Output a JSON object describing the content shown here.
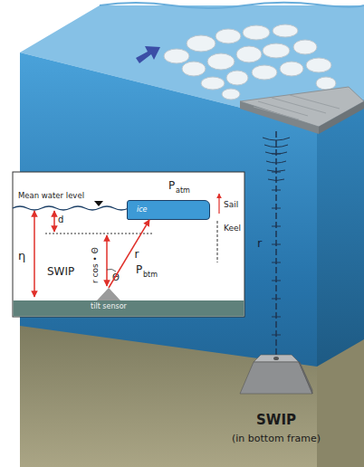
{
  "diagram": {
    "nodes": [
      {
        "text": [
          "ice"
        ]
      },
      {
        "text": [
          "tilt sensor"
        ]
      },
      {
        "text": [
          "SWIP",
          "(in bottom frame)"
        ]
      }
    ],
    "edges": [
      {
        "from": 1,
        "to": 0,
        "label": "r",
        "arrow": "to"
      }
    ],
    "labels": [
      "Mean water level",
      "P",
      "atm",
      "Sail",
      "Keel",
      "d",
      "η",
      "r cos • Θ",
      "Θ",
      "SWIP",
      "P",
      "btm",
      "r"
    ]
  }
}
